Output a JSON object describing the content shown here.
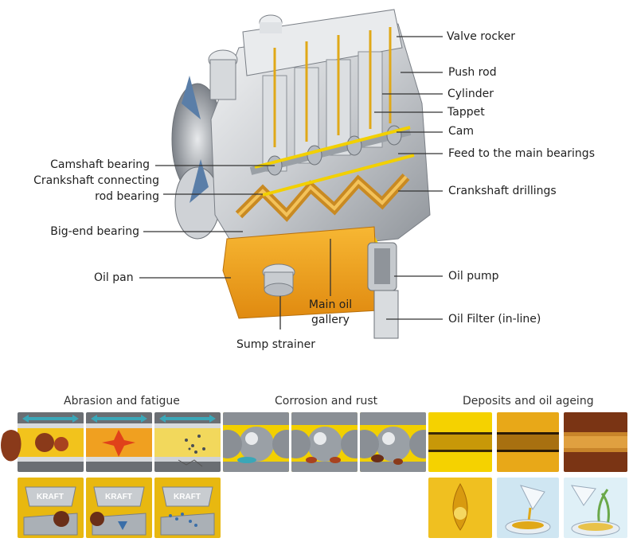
{
  "labels": {
    "valve_rocker": "Valve rocker",
    "push_rod": "Push rod",
    "cylinder": "Cylinder",
    "tappet": "Tappet",
    "cam": "Cam",
    "feed_main_bearings": "Feed to the main bearings",
    "camshaft_bearing": "Camshaft bearing",
    "crankshaft_connecting_l1": "Crankshaft connecting",
    "crankshaft_connecting_l2": "rod bearing",
    "crankshaft_drillings": "Crankshaft drillings",
    "big_end_bearing": "Big-end bearing",
    "oil_pan": "Oil pan",
    "oil_pump": "Oil pump",
    "main_oil_gallery_l1": "Main oil",
    "main_oil_gallery_l2": "gallery",
    "oil_filter": "Oil Filter (in-line)",
    "sump_strainer": "Sump strainer"
  },
  "sections": {
    "abrasion": "Abrasion and fatigue",
    "corrosion": "Corrosion and rust",
    "deposits": "Deposits and oil ageing"
  },
  "tile_badge": "KRAFT",
  "colors": {
    "oil_orange": "#f0a020",
    "oil_yellow": "#f2d000",
    "metal_gray": "#9aa0a6",
    "leader_line": "#333333",
    "arrow_teal": "#3aa7b8"
  }
}
